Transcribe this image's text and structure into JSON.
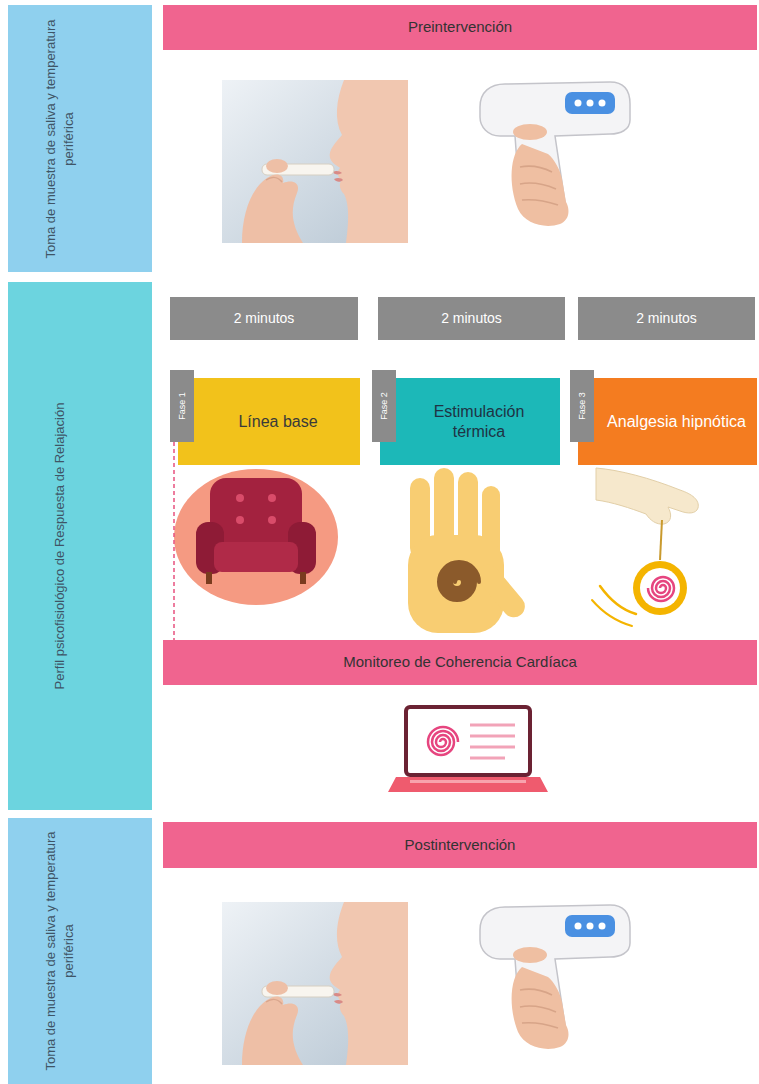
{
  "diagram": {
    "nodes": [
      {
        "text": [
          "Toma de muestra de saliva y temperatura periférica"
        ]
      },
      {
        "text": [
          "Preintervención"
        ]
      },
      {
        "text": [
          "Perfil psicofisiológico de Respuesta de Relajación"
        ]
      },
      {
        "text": [
          "2 minutos"
        ]
      },
      {
        "text": [
          "2 minutos"
        ]
      },
      {
        "text": [
          "2 minutos"
        ]
      },
      {
        "text": [
          "Fase 1"
        ]
      },
      {
        "text": [
          "Línea base"
        ]
      },
      {
        "text": [
          "Fase 2"
        ]
      },
      {
        "text": [
          "Estimulación térmica"
        ]
      },
      {
        "text": [
          "Fase 3"
        ]
      },
      {
        "text": [
          "Analgesia hipnótica"
        ]
      },
      {
        "text": [
          "Monitoreo de Coherencia Cardíaca"
        ]
      },
      {
        "text": [
          "Toma de muestra de saliva y temperatura periférica"
        ]
      },
      {
        "text": [
          "Postintervención"
        ]
      }
    ],
    "edges": [
      {
        "from": 6,
        "to": 12,
        "arrow": "none"
      }
    ]
  }
}
